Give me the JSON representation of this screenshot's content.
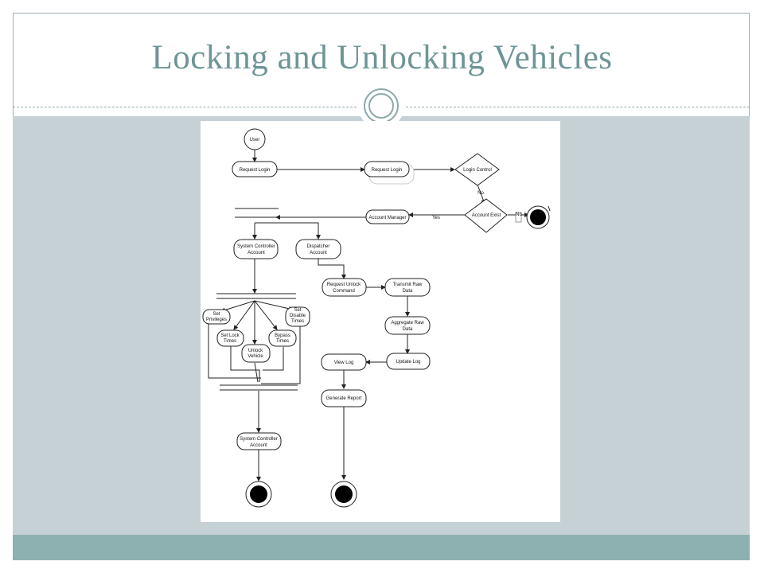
{
  "slide": {
    "title": "Locking and Unlocking Vehicles"
  },
  "diagram": {
    "user": "User",
    "request_login_1": "Request Login",
    "request_login_2": "Request Login",
    "login_control": "Login Control",
    "no_label_1": "No",
    "account_exist": "Account Exist",
    "no_label_2": "No",
    "yes_label": "Yes",
    "account_manager": "Account Manager",
    "system_controller_account_1": [
      "System Controller",
      "Account"
    ],
    "dispatcher_account": [
      "Dispatcher",
      "Account"
    ],
    "request_unlock_command": [
      "Request Unlock",
      "Command"
    ],
    "transmit_raw_data": [
      "Transmit Raw",
      "Data"
    ],
    "aggregate_raw_data": [
      "Aggregate Raw",
      "Data"
    ],
    "update_log": "Update Log",
    "view_log": "View Log",
    "generate_report": "Generate Report",
    "set_privileges": [
      "Set",
      "Privileges"
    ],
    "set_disable_times": [
      "Set",
      "Disable",
      "Times"
    ],
    "set_lock_times": [
      "Set Lock",
      "Times"
    ],
    "bypass_times": [
      "Bypass",
      "Times"
    ],
    "unlock_vehicle": [
      "Unlock",
      "Vehicle"
    ],
    "system_controller_account_2": [
      "System Controller",
      "Account"
    ]
  },
  "colors": {
    "title": "#6e9596",
    "body_band": "#c6d1d6",
    "footer_band": "#8db0b0"
  }
}
